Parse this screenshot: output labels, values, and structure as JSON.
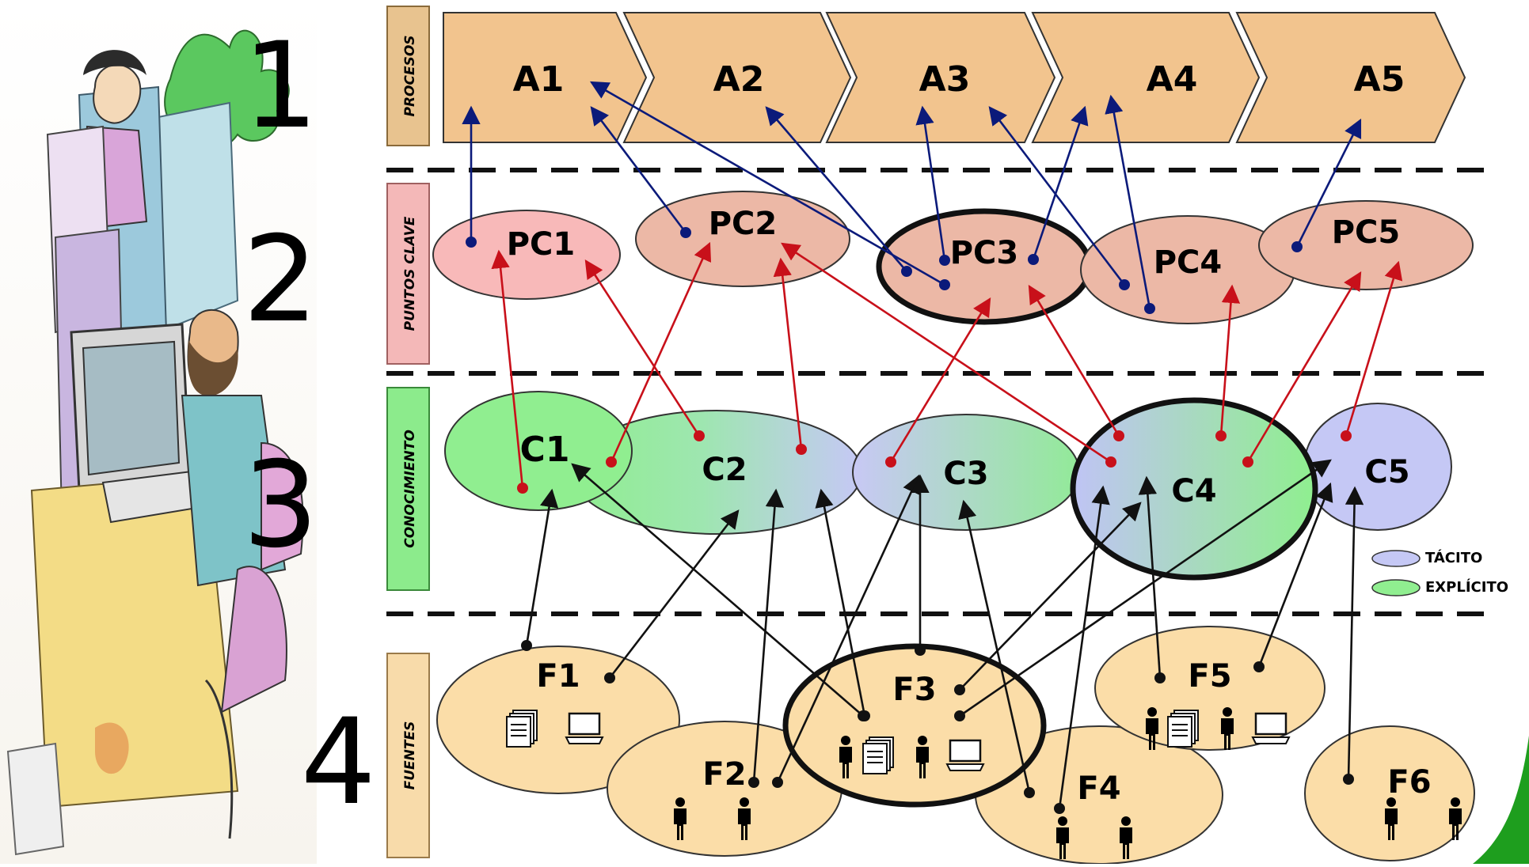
{
  "colors": {
    "proceso_fill": "#F2C48E",
    "pc_pink": "#F8B9B9",
    "pc_salmon": "#ECB8A6",
    "c_green": "#90EE90",
    "c_lavender": "#C5C8F5",
    "fuente_fill": "#FBDDA8",
    "band_proceso": "#E8C38F",
    "band_pc": "#F4B8B8",
    "band_c": "#8CEB8C",
    "band_f": "#F8DBAA",
    "arrow_blue": "#0B1A7A",
    "arrow_red": "#C8101A",
    "arrow_black": "#111111"
  },
  "levels": [
    {
      "number": "1",
      "band_label": "PROCESOS"
    },
    {
      "number": "2",
      "band_label": "PUNTOS CLAVE"
    },
    {
      "number": "3",
      "band_label": "CONOCIMIENTO"
    },
    {
      "number": "4",
      "band_label": "FUENTES"
    }
  ],
  "procesos": [
    "A1",
    "A2",
    "A3",
    "A4",
    "A5"
  ],
  "puntos_clave": [
    "PC1",
    "PC2",
    "PC3",
    "PC4",
    "PC5"
  ],
  "conocimiento": [
    "C1",
    "C2",
    "C3",
    "C4",
    "C5"
  ],
  "fuentes": [
    "F1",
    "F2",
    "F3",
    "F4",
    "F5",
    "F6"
  ],
  "legend": {
    "tacito": "TÁCITO",
    "explicito": "EXPLÍCITO"
  },
  "icons": {
    "person": "person-icon",
    "document": "document-stack-icon",
    "computer": "laptop-icon"
  },
  "illustration": "office-worker-illustration"
}
